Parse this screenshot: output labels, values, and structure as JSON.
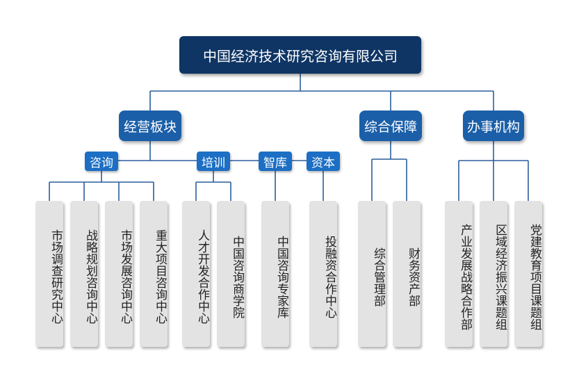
{
  "org": {
    "root": "中国经济技术研究咨询有限公司",
    "divisions": {
      "business": "经营板块",
      "support": "综合保障",
      "office": "办事机构"
    },
    "groups": {
      "consult": "咨询",
      "training": "培训",
      "thinktank": "智库",
      "capital": "资本"
    },
    "units": {
      "market_research": "市场调查研究中心",
      "strategy_planning": "战略规划咨询中心",
      "market_development": "市场发展咨询中心",
      "major_projects": "重大项目咨询中心",
      "talent_development": "人才开发合作中心",
      "business_school": "中国咨询商学院",
      "expert_pool": "中国咨询专家库",
      "investment_finance": "投融资合作中心",
      "general_management": "综合管理部",
      "finance_assets": "财务资产部",
      "industry_strategy": "产业发展战略合作部",
      "regional_revitalization": "区域经济振兴课题组",
      "party_education": "党建教育项目课题组"
    }
  },
  "colors": {
    "root_bg": "#0f3564",
    "division_bg": "#1b5fa8",
    "group_bg": "#1c6fc4",
    "leaf_bg": "#e3e3e3",
    "connector": "#2a5d9a"
  }
}
